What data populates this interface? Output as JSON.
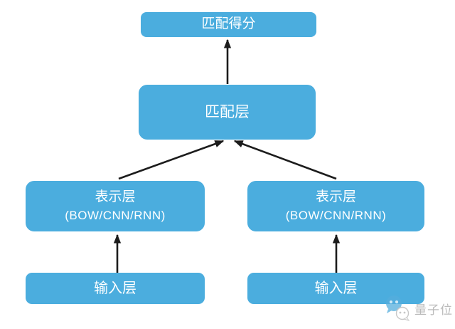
{
  "diagram": {
    "nodes": {
      "score": {
        "label": "匹配得分"
      },
      "match": {
        "label": "匹配层"
      },
      "repr_left": {
        "label": "表示层",
        "sublabel": "(BOW/CNN/RNN)"
      },
      "repr_right": {
        "label": "表示层",
        "sublabel": "(BOW/CNN/RNN)"
      },
      "input_left": {
        "label": "输入层"
      },
      "input_right": {
        "label": "输入层"
      }
    },
    "edges": [
      {
        "from": "match",
        "to": "score",
        "direction": "up"
      },
      {
        "from": "repr_left",
        "to": "match",
        "direction": "up-right"
      },
      {
        "from": "repr_right",
        "to": "match",
        "direction": "up-left"
      },
      {
        "from": "input_left",
        "to": "repr_left",
        "direction": "up"
      },
      {
        "from": "input_right",
        "to": "repr_right",
        "direction": "up"
      }
    ],
    "colors": {
      "node_fill": "#4badde",
      "node_text": "#ffffff",
      "arrow": "#1c1c1c",
      "background": "#ffffff",
      "watermark_text": "#a5a5a5",
      "watermark_icon_blue": "#55aedd"
    }
  },
  "watermark": {
    "label": "量子位",
    "icon": "qbitai-chat-bubbles-icon"
  }
}
